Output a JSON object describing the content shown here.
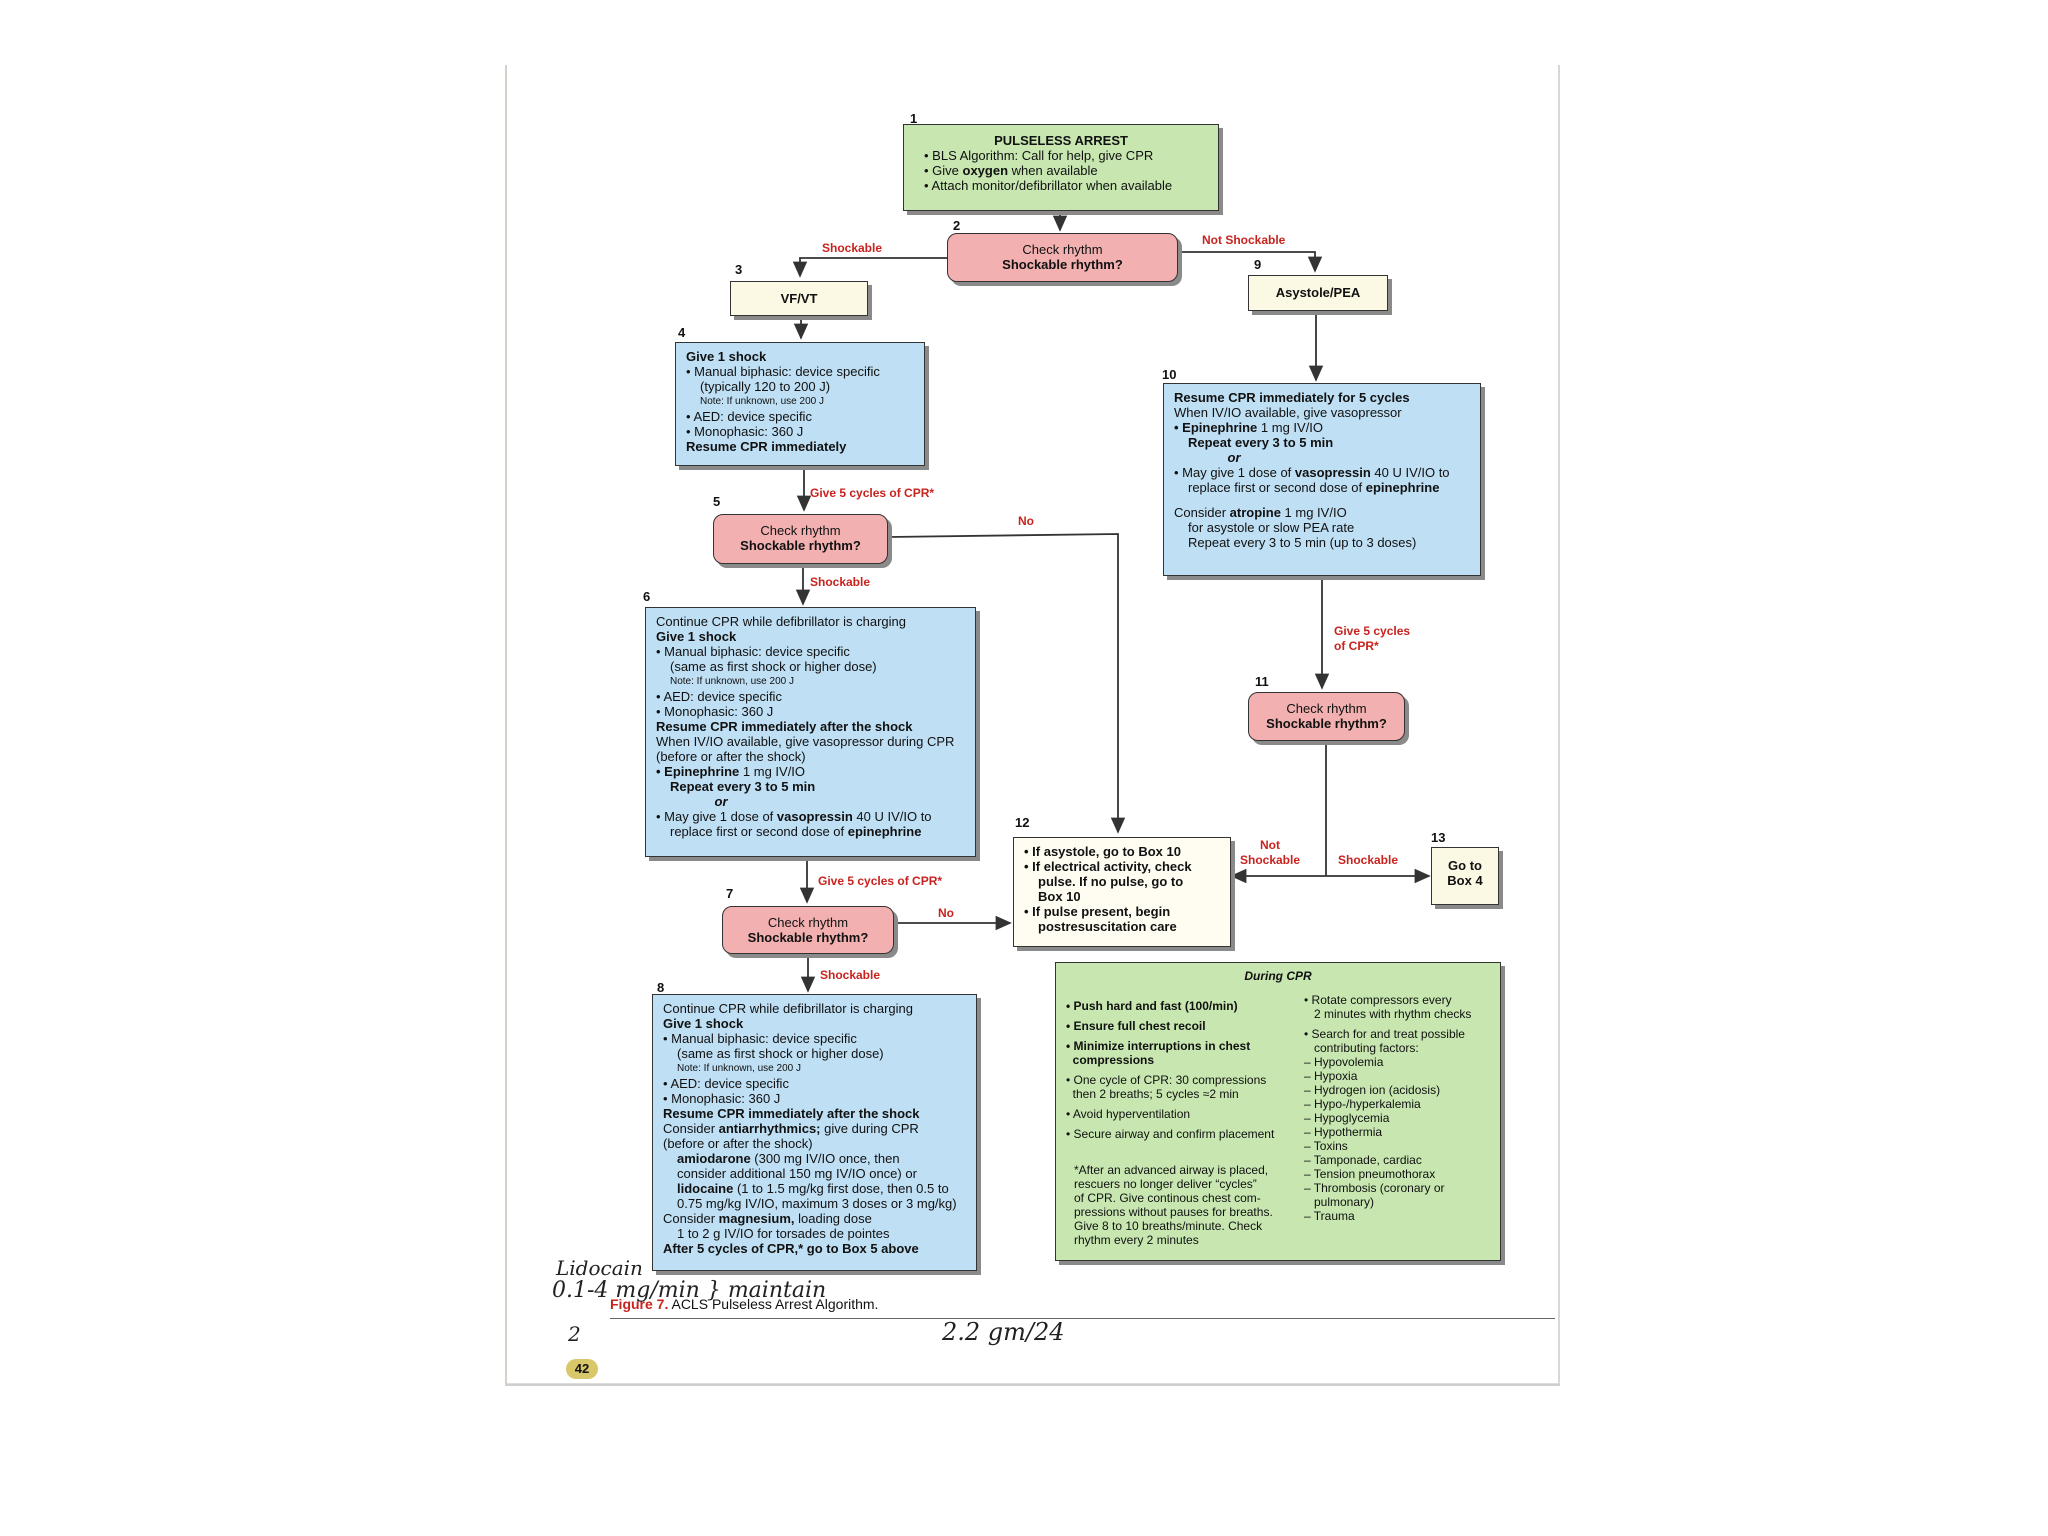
{
  "box1": {
    "num": "1",
    "title": "PULSELESS ARREST",
    "l1": "• BLS Algorithm: Call for help, give CPR",
    "l2a": "• Give ",
    "l2b": "oxygen",
    "l2c": " when available",
    "l3": "• Attach monitor/defibrillator when available"
  },
  "box2": {
    "num": "2",
    "l1": "Check rhythm",
    "l2": "Shockable rhythm?"
  },
  "box3": {
    "num": "3",
    "text": "VF/VT"
  },
  "box9": {
    "num": "9",
    "text": "Asystole/PEA"
  },
  "box4": {
    "num": "4",
    "l1": "Give 1 shock",
    "l2": "• Manual biphasic: device specific",
    "l3": "(typically 120 to 200 J)",
    "l4": "Note: If unknown, use 200 J",
    "l5": "• AED: device specific",
    "l6": "• Monophasic: 360 J",
    "l7": "Resume CPR immediately"
  },
  "box5": {
    "num": "5",
    "l1": "Check rhythm",
    "l2": "Shockable rhythm?"
  },
  "box6": {
    "num": "6",
    "l1": "Continue CPR while defibrillator is charging",
    "l2": "Give 1 shock",
    "l3": "• Manual biphasic: device specific",
    "l4": "(same as first shock or higher dose)",
    "l5": "Note: If unknown, use 200 J",
    "l6": "• AED: device specific",
    "l7": "• Monophasic: 360 J",
    "l8": "Resume CPR immediately after the shock",
    "l9": "When IV/IO available, give vasopressor during CPR",
    "l10": "(before or after the shock)",
    "l11a": "• Epinephrine",
    "l11b": " 1 mg IV/IO",
    "l12": "Repeat every 3 to 5 min",
    "l13": "or",
    "l14a": "• May give 1 dose of ",
    "l14b": "vasopressin",
    "l14c": " 40 U IV/IO to",
    "l15a": "replace first or second dose of ",
    "l15b": "epinephrine"
  },
  "box7": {
    "num": "7",
    "l1": "Check rhythm",
    "l2": "Shockable rhythm?"
  },
  "box8": {
    "num": "8",
    "l1": "Continue CPR while defibrillator is charging",
    "l2": "Give 1 shock",
    "l3": "• Manual biphasic: device specific",
    "l4": "(same as first shock or higher dose)",
    "l5": "Note: If unknown, use 200 J",
    "l6": "• AED: device specific",
    "l7": "• Monophasic: 360 J",
    "l8": "Resume CPR immediately after the shock",
    "l9a": "Consider ",
    "l9b": "antiarrhythmics;",
    "l9c": " give during CPR",
    "l10": "(before or after the shock)",
    "l11a": "amiodarone",
    "l11b": " (300 mg IV/IO once, then",
    "l12": "consider additional 150 mg IV/IO once) or",
    "l13a": "lidocaine",
    "l13b": " (1 to 1.5 mg/kg first dose, then 0.5 to",
    "l14": "0.75 mg/kg IV/IO, maximum 3 doses or 3 mg/kg)",
    "l15a": "Consider ",
    "l15b": "magnesium,",
    "l15c": " loading dose",
    "l16": "1 to 2 g IV/IO for torsades de pointes",
    "l17": "After 5 cycles of CPR,* go to Box 5 above"
  },
  "box10": {
    "num": "10",
    "l1": "Resume CPR immediately for 5 cycles",
    "l2": "When IV/IO available, give vasopressor",
    "l3a": "• Epinephrine",
    "l3b": " 1 mg IV/IO",
    "l4": "Repeat every 3 to 5 min",
    "l5": "or",
    "l6a": "• May give 1 dose of ",
    "l6b": "vasopressin",
    "l6c": " 40 U IV/IO to",
    "l7a": "replace first or second dose of ",
    "l7b": "epinephrine",
    "l8a": "Consider ",
    "l8b": "atropine",
    "l8c": " 1 mg IV/IO",
    "l9": "for asystole or slow PEA rate",
    "l10": "Repeat every 3 to 5 min (up to 3 doses)"
  },
  "box11": {
    "num": "11",
    "l1": "Check rhythm",
    "l2": "Shockable rhythm?"
  },
  "box12": {
    "num": "12",
    "l1": "• If asystole, go to Box 10",
    "l2": "• If electrical activity, check",
    "l3": "pulse. If no pulse, go to",
    "l4": "Box 10",
    "l5": "• If pulse present, begin",
    "l6": "postresuscitation care"
  },
  "box13": {
    "num": "13",
    "l1": "Go to",
    "l2": "Box 4"
  },
  "labels": {
    "shockable": "Shockable",
    "not_shockable": "Not Shockable",
    "give5": "Give 5 cycles of CPR*",
    "no": "No",
    "give5a": "Give 5 cycles",
    "give5b": "of CPR*",
    "not": "Not",
    "shockable2": "Shockable"
  },
  "cpr": {
    "title": "During CPR",
    "left": [
      {
        "t": "• Push hard and fast (100/min)",
        "bold": true
      },
      {
        "t": "• Ensure full chest recoil",
        "bold": true
      },
      {
        "t": "• Minimize interruptions in chest",
        "bold": true
      },
      {
        "t": "  compressions",
        "bold": true
      },
      {
        "t": "• One cycle of CPR: 30 compressions",
        "bold": false
      },
      {
        "t": "  then 2 breaths; 5 cycles ≈2 min",
        "bold": false
      },
      {
        "t": "• Avoid hyperventilation",
        "bold": false
      },
      {
        "t": "• Secure airway and confirm placement",
        "bold": false
      }
    ],
    "note": [
      "*After an advanced airway is placed,",
      "rescuers no longer deliver “cycles”",
      "of CPR. Give continous chest com-",
      "pressions without pauses for breaths.",
      "Give 8 to 10 breaths/minute. Check",
      "rhythm every 2 minutes"
    ],
    "right": [
      "• Rotate compressors every",
      "2 minutes with rhythm checks",
      "• Search for and treat possible",
      "contributing factors:",
      "– Hypovolemia",
      "– Hypoxia",
      "– Hydrogen ion (acidosis)",
      "– Hypo-/hyperkalemia",
      "– Hypoglycemia",
      "– Hypothermia",
      "– Toxins",
      "– Tamponade, cardiac",
      "– Tension pneumothorax",
      "– Thrombosis (coronary or",
      "pulmonary)",
      "– Trauma"
    ]
  },
  "caption": {
    "fig": "Figure 7.",
    "text": " ACLS Pulseless Arrest Algorithm."
  },
  "page_number": "42",
  "handwriting": {
    "h1": "Lidocain",
    "h2": "0.1-4 mg/min } maintain",
    "h3": "2",
    "h4": "2.2 gm/24"
  },
  "colors": {
    "green": "#c7e6b0",
    "blue": "#bfdff4",
    "pink": "#f2b0b0",
    "cream": "#fbf8e3",
    "red": "#c8231e"
  }
}
